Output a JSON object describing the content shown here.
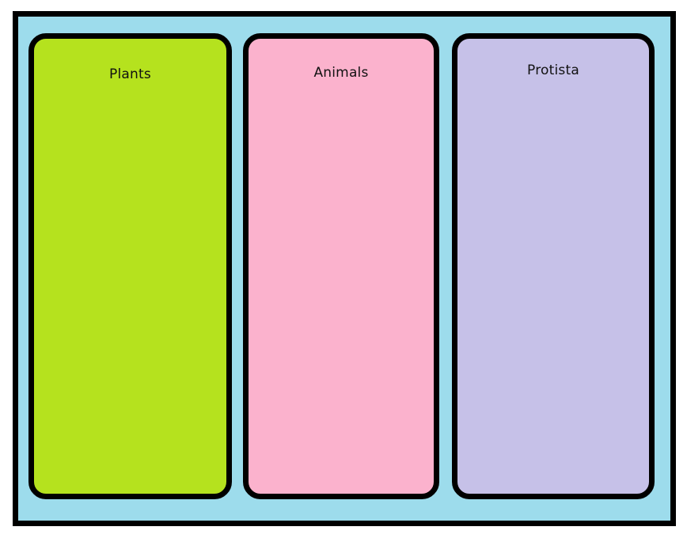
{
  "diagram": {
    "type": "classification-columns",
    "title": "",
    "frame": {
      "background_color": "#9ddcec",
      "border_color": "#000000"
    },
    "columns": [
      {
        "label": "Plants",
        "fill_color": "#b5e21e",
        "border_color": "#000000",
        "items": []
      },
      {
        "label": "Animals",
        "fill_color": "#fbb2cd",
        "border_color": "#000000",
        "items": []
      },
      {
        "label": "Protista",
        "fill_color": "#c6c1e8",
        "border_color": "#000000",
        "items": []
      }
    ]
  }
}
